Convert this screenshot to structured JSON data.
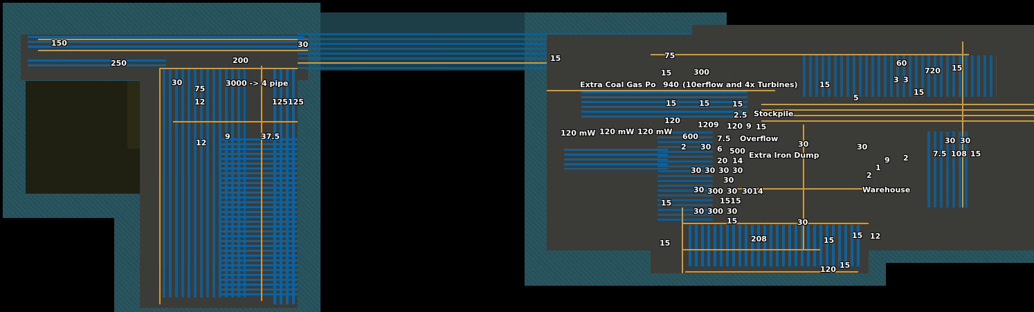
{
  "map": {
    "colors": {
      "water": "#24505a",
      "floor": "#3b3b38",
      "belt": "#0a62a0",
      "pipe": "#d49a34",
      "void": "#000000"
    },
    "tags": [
      "150",
      "250",
      "30",
      "200",
      "30",
      "75",
      "3000 -> 4 pipe",
      "12",
      "125125",
      "12",
      "9",
      "37.5",
      "15",
      "75",
      "300",
      "Extra Coal Gas Po",
      "940",
      "15",
      "(10erflow and 4x Turbines)",
      "15",
      "15",
      "15",
      "15",
      "Stockpile",
      "120",
      "1209",
      "120",
      "9",
      "2.5",
      "15",
      "120 mW",
      "120 mW",
      "120 mW",
      "600",
      "2",
      "30",
      "7.5",
      "Overflow",
      "6",
      "500",
      "Extra Iron Dump",
      "20",
      "14",
      "30",
      "30",
      "30",
      "30",
      "30",
      "30",
      "300",
      "30",
      "3014",
      "1515",
      "30",
      "300",
      "30",
      "15",
      "15",
      "30",
      "208",
      "15",
      "15",
      "15",
      "12",
      "120",
      "15",
      "30",
      "30",
      "9",
      "1",
      "2",
      "2",
      "Warehouse",
      "60",
      "720",
      "15",
      "3",
      "3",
      "15",
      "5",
      "30",
      "30",
      "7.5",
      "108",
      "15"
    ]
  }
}
